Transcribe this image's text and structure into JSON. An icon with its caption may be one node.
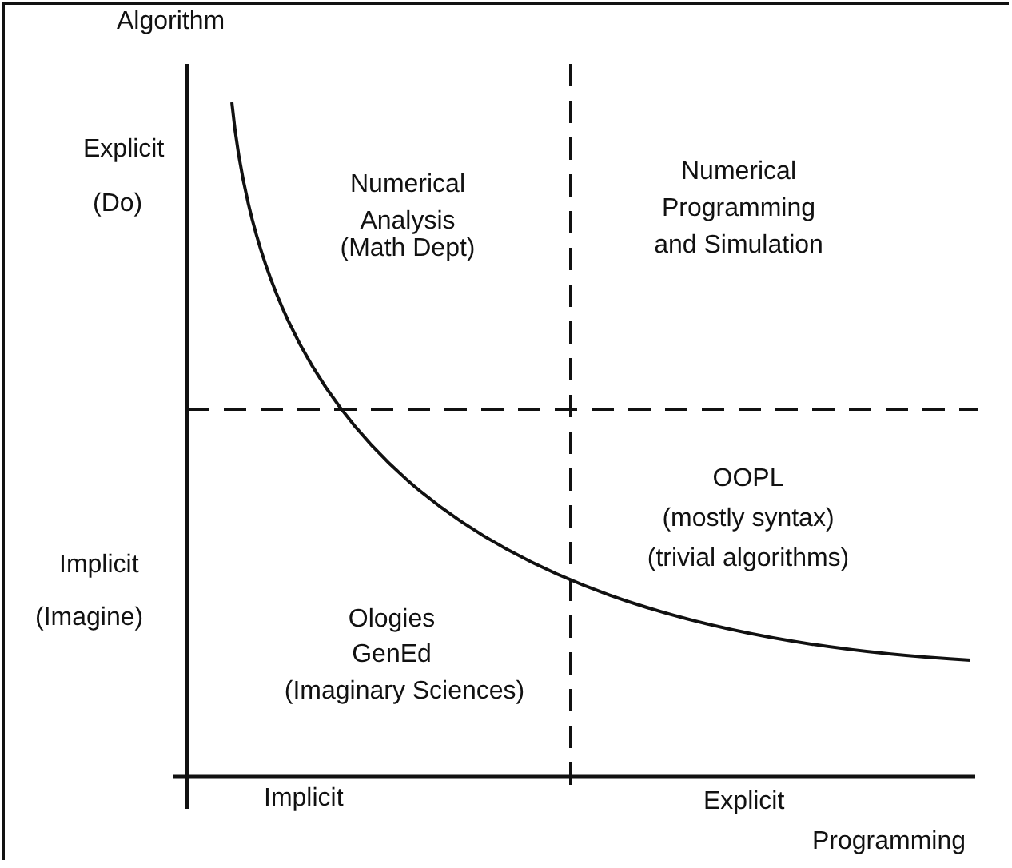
{
  "diagram": {
    "labels": [
      "Algorithm",
      "Explicit",
      "(Do)",
      "Numerical Analysis",
      "(Math Dept)",
      "Numerical Programming and Simulation",
      "Implicit",
      "(Imagine)",
      "OOPL",
      "(mostly syntax)",
      "(trivial algorithms)",
      "Ologies",
      "GenEd",
      "(Imaginary Sciences)",
      "Implicit",
      "Explicit",
      "Programming"
    ]
  }
}
